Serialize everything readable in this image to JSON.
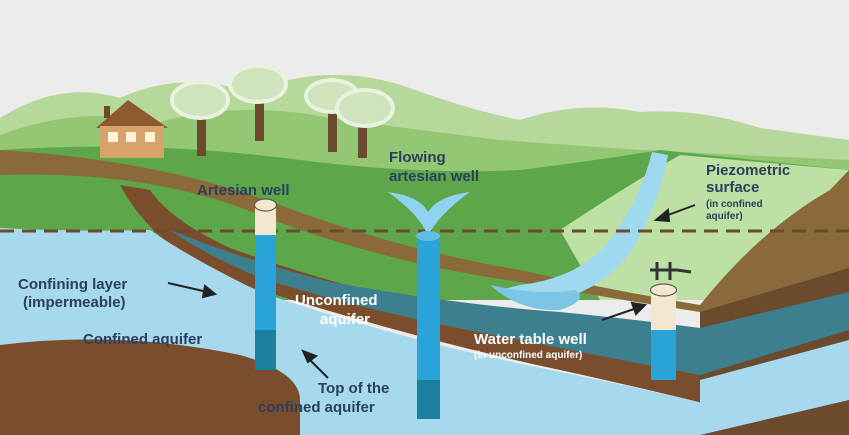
{
  "labels": {
    "artesian_well": "Artesian well",
    "flowing_line1": "Flowing",
    "flowing_line2": "artesian well",
    "piezo_line1": "Piezometric",
    "piezo_line2": "surface",
    "piezo_line3": "(in confined",
    "piezo_line4": "aquifer)",
    "confining_line1": "Confining layer",
    "confining_line2": "(impermeable)",
    "confined_aquifer": "Confined aquifer",
    "unconfined_line1": "Unconfined",
    "unconfined_line2": "aquifer",
    "wtw_line1": "Water table well",
    "wtw_line2": "(in unconfined aquifer)",
    "top_line1": "Top of the",
    "top_line2": "confined aquifer"
  },
  "colors": {
    "background": "#ececec",
    "hills_light": "#a9d08e",
    "hills_mid": "#7fbf5f",
    "ground_top": "#5ea64a",
    "soil_brown": "#7a4e2d",
    "confined_aquifer": "#a6d8ee",
    "unconfined_aquifer": "#3c7f8e",
    "stream": "#9fd9ef",
    "well_blue": "#2aa3d8",
    "piezometric_line": "#6b4a2e",
    "label_dark": "#2b3f5c"
  }
}
